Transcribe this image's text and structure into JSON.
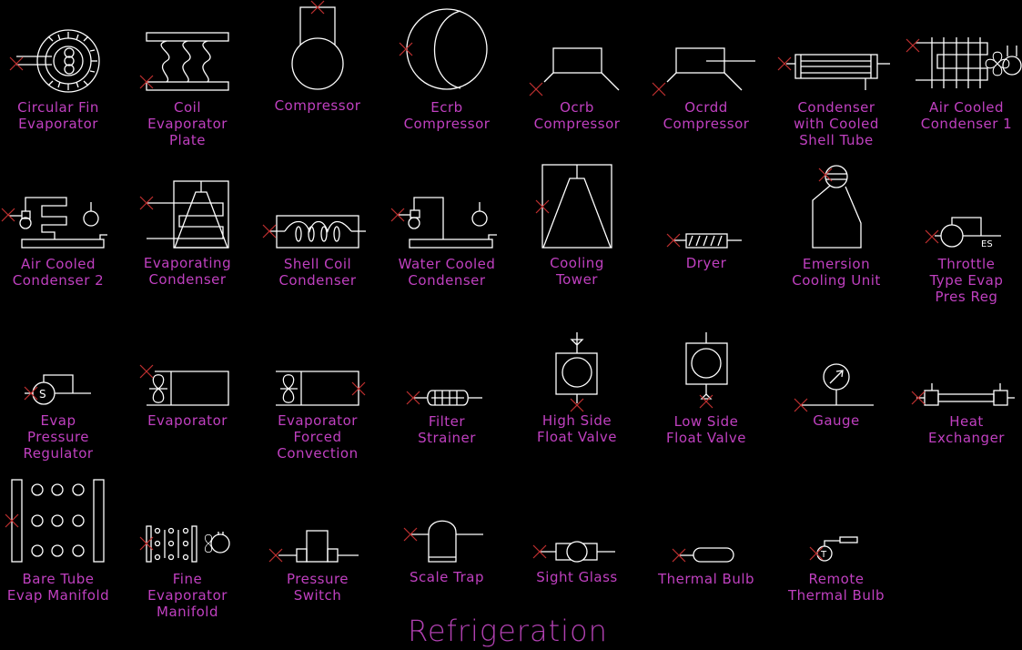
{
  "drawing": {
    "title": "Refrigeration",
    "colors": {
      "background": "#000000",
      "linework": "#ffffff",
      "labels": "#c040c0",
      "insertion_marker": "#c03030"
    },
    "symbols": [
      {
        "id": "circular-fin-evaporator",
        "label": "Circular Fin\nEvaporator"
      },
      {
        "id": "coil-evaporator-plate",
        "label": "Coil\nEvaporator\nPlate"
      },
      {
        "id": "compressor",
        "label": "Compressor"
      },
      {
        "id": "ecrb-compressor",
        "label": "Ecrb\nCompressor"
      },
      {
        "id": "ocrb-compressor",
        "label": "Ocrb\nCompressor"
      },
      {
        "id": "ocrdd-compressor",
        "label": "Ocrdd\nCompressor"
      },
      {
        "id": "condenser-shell-tube",
        "label": "Condenser\nwith Cooled\nShell Tube"
      },
      {
        "id": "air-cooled-condenser-1",
        "label": "Air Cooled\nCondenser 1"
      },
      {
        "id": "air-cooled-condenser-2",
        "label": "Air Cooled\nCondenser 2"
      },
      {
        "id": "evaporating-condenser",
        "label": "Evaporating\nCondenser"
      },
      {
        "id": "shell-coil-condenser",
        "label": "Shell Coil\nCondenser"
      },
      {
        "id": "water-cooled-condenser",
        "label": "Water Cooled\nCondenser"
      },
      {
        "id": "cooling-tower",
        "label": "Cooling\nTower"
      },
      {
        "id": "dryer",
        "label": "Dryer"
      },
      {
        "id": "emersion-cooling-unit",
        "label": "Emersion\nCooling Unit"
      },
      {
        "id": "throttle-type-evap-pres-reg",
        "label": "Throttle\nType Evap\nPres Reg",
        "tag": "ES"
      },
      {
        "id": "evap-pressure-regulator",
        "label": "Evap\nPressure\nRegulator",
        "tag": "S"
      },
      {
        "id": "evaporator",
        "label": "Evaporator"
      },
      {
        "id": "evaporator-forced-convection",
        "label": "Evaporator\nForced\nConvection"
      },
      {
        "id": "filter-strainer",
        "label": "Filter\nStrainer"
      },
      {
        "id": "high-side-float-valve",
        "label": "High Side\nFloat Valve"
      },
      {
        "id": "low-side-float-valve",
        "label": "Low Side\nFloat Valve"
      },
      {
        "id": "gauge",
        "label": "Gauge"
      },
      {
        "id": "heat-exchanger",
        "label": "Heat\nExchanger"
      },
      {
        "id": "bare-tube-evap-manifold",
        "label": "Bare Tube\nEvap Manifold"
      },
      {
        "id": "fine-evaporator-manifold",
        "label": "Fine\nEvaporator\nManifold"
      },
      {
        "id": "pressure-switch",
        "label": "Pressure\nSwitch"
      },
      {
        "id": "scale-trap",
        "label": "Scale Trap"
      },
      {
        "id": "sight-glass",
        "label": "Sight Glass"
      },
      {
        "id": "thermal-bulb",
        "label": "Thermal Bulb"
      },
      {
        "id": "remote-thermal-bulb",
        "label": "Remote\nThermal Bulb",
        "tag": "T"
      }
    ]
  }
}
